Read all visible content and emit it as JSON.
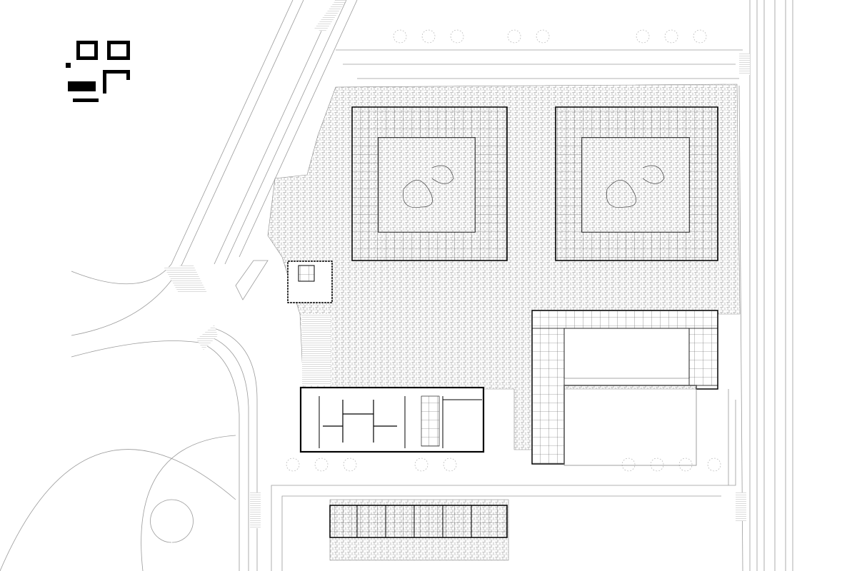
{
  "drawing": {
    "type": "architectural-site-plan",
    "colors": {
      "background": "#ffffff",
      "line": "#000000",
      "thin_line": "#9a9a9a",
      "paving": "#bdbdbd"
    },
    "logo_icon": "abstract-block-logo",
    "elements": [
      {
        "id": "courtyard-block-west"
      },
      {
        "id": "courtyard-block-east"
      },
      {
        "id": "pavilion"
      },
      {
        "id": "l-shaped-building"
      },
      {
        "id": "hall-building"
      },
      {
        "id": "south-row-building"
      },
      {
        "id": "annex-outline"
      }
    ]
  }
}
